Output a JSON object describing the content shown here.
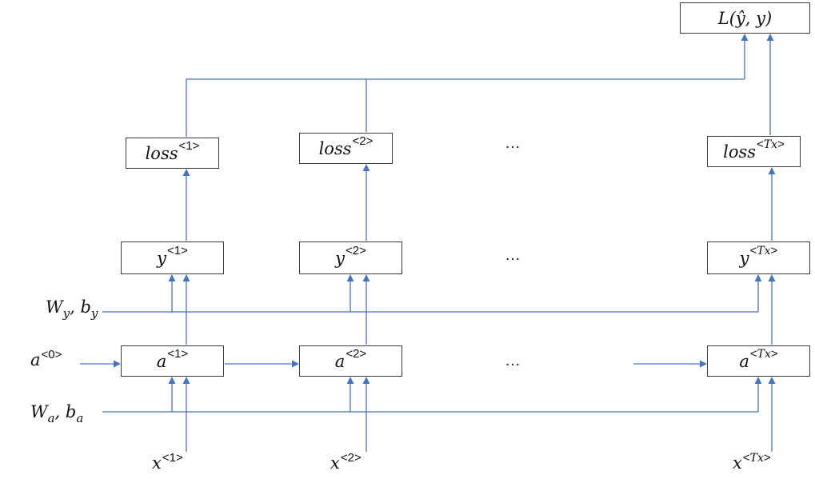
{
  "colors": {
    "line": "#4472c4",
    "box_border": "#3a3a3a",
    "text": "#111111"
  },
  "loss_total": "L(ŷ, y)",
  "loss_row": [
    {
      "base": "loss",
      "sup": "<1>"
    },
    {
      "base": "loss",
      "sup": "<2>"
    },
    {
      "base": "loss",
      "sup": "<Tx>"
    }
  ],
  "y_row": [
    {
      "base": "y",
      "sup": "<1>"
    },
    {
      "base": "y",
      "sup": "<2>"
    },
    {
      "base": "y",
      "sup": "<Tx>"
    }
  ],
  "a_row": [
    {
      "base": "a",
      "sup": "<1>"
    },
    {
      "base": "a",
      "sup": "<2>"
    },
    {
      "base": "a",
      "sup": "<Tx>"
    }
  ],
  "x_row": [
    {
      "base": "x",
      "sup": "<1>"
    },
    {
      "base": "x",
      "sup": "<2>"
    },
    {
      "base": "x",
      "sup": "<Tx>"
    }
  ],
  "a0": {
    "base": "a",
    "sup": "<0>"
  },
  "wy_by": {
    "w": "W",
    "w_sub": "y",
    "sep": ", ",
    "b": "b",
    "b_sub": "y"
  },
  "wa_ba": {
    "w": "W",
    "w_sub": "a",
    "sep": ", ",
    "b": "b",
    "b_sub": "a"
  },
  "ellipsis": "…"
}
